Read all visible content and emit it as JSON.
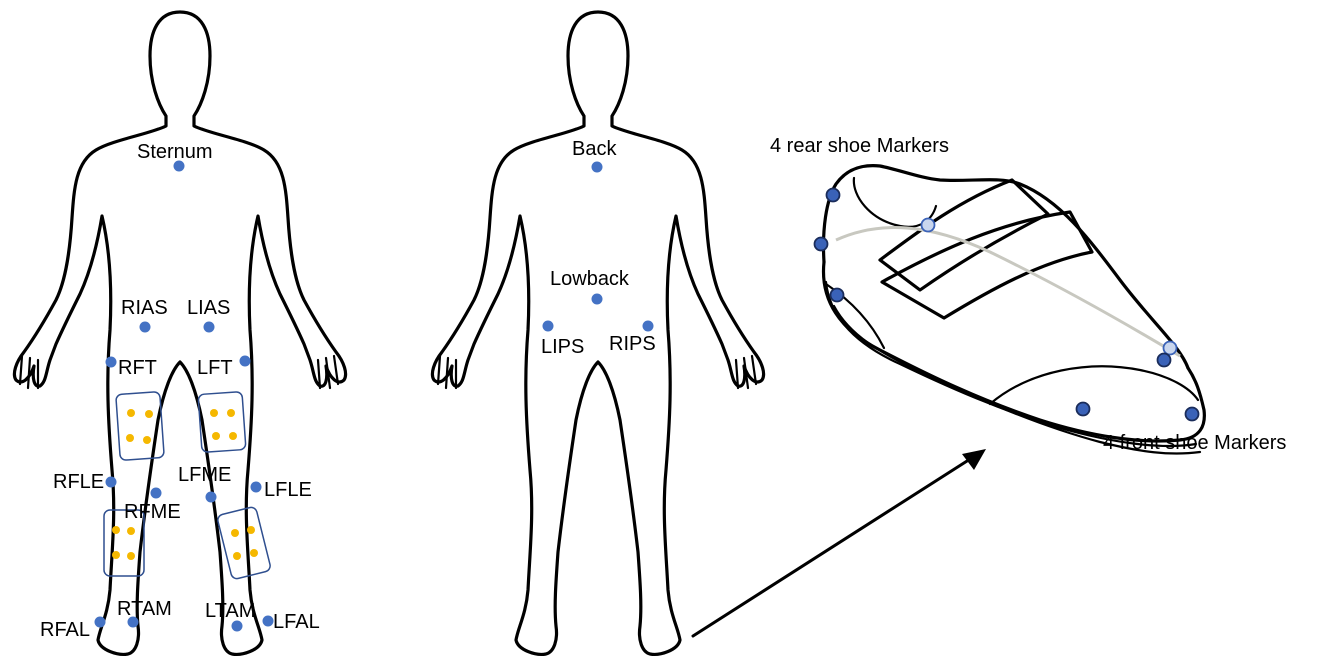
{
  "colors": {
    "marker": "#4472c4",
    "pad_dot": "#f5b800",
    "pad_border": "#2f4f8f",
    "trajectory": "#c8c8c0"
  },
  "front_body": {
    "labels": {
      "sternum": "Sternum",
      "rias": "RIAS",
      "lias": "LIAS",
      "rft": "RFT",
      "lft": "LFT",
      "rfle": "RFLE",
      "rfme": "RFME",
      "lfme": "LFME",
      "lfle": "LFLE",
      "rfal": "RFAL",
      "rtam": "RTAM",
      "ltam": "LTAM",
      "lfal": "LFAL"
    }
  },
  "back_body": {
    "labels": {
      "back": "Back",
      "lowback": "Lowback",
      "lips": "LIPS",
      "rips": "RIPS"
    }
  },
  "shoe": {
    "rear_label": "4 rear shoe Markers",
    "front_label": "4 front shoe Markers"
  }
}
